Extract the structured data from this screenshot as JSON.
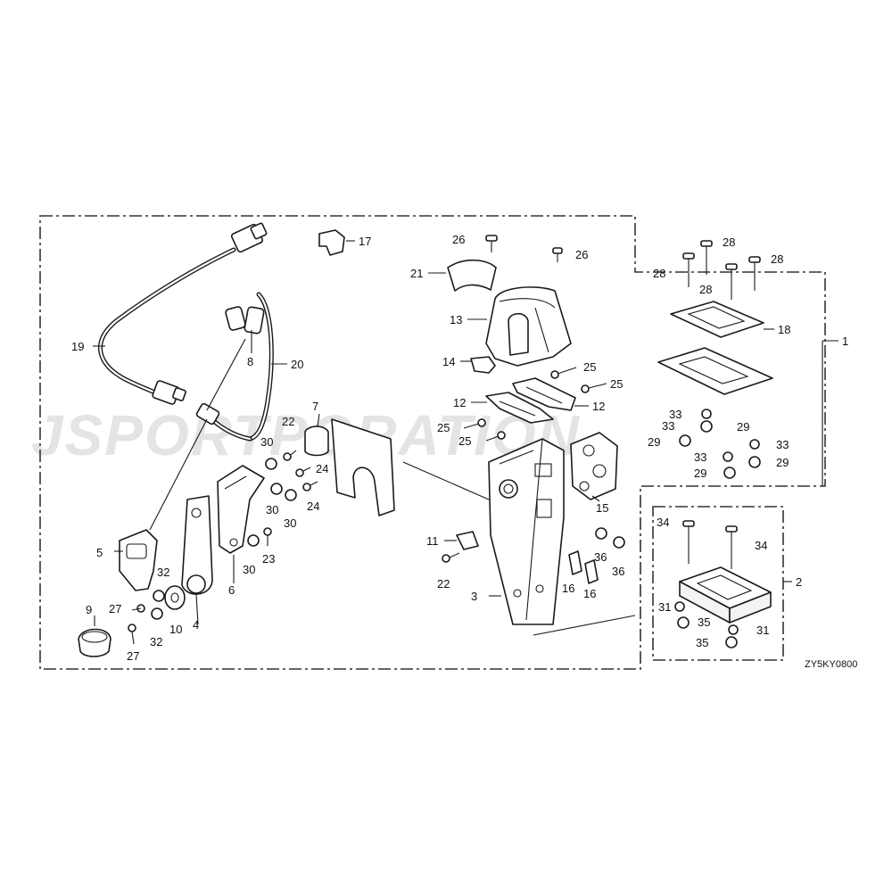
{
  "watermark": {
    "text": "JSPORTPORATION",
    "color": "#e4e4e4"
  },
  "diagram_code": "ZY5KY0800",
  "callouts": {
    "c1": "1",
    "c2": "2",
    "c3": "3",
    "c4": "4",
    "c5": "5",
    "c6": "6",
    "c7": "7",
    "c8": "8",
    "c9": "9",
    "c10": "10",
    "c11": "11",
    "c12a": "12",
    "c12b": "12",
    "c13": "13",
    "c14": "14",
    "c15": "15",
    "c16a": "16",
    "c16b": "16",
    "c17": "17",
    "c18": "18",
    "c19": "19",
    "c20": "20",
    "c21": "21",
    "c22a": "22",
    "c22b": "22",
    "c23": "23",
    "c24a": "24",
    "c24b": "24",
    "c25a": "25",
    "c25b": "25",
    "c25c": "25",
    "c25d": "25",
    "c26a": "26",
    "c26b": "26",
    "c27a": "27",
    "c27b": "27",
    "c28a": "28",
    "c28b": "28",
    "c28c": "28",
    "c28d": "28",
    "c29a": "29",
    "c29b": "29",
    "c29c": "29",
    "c29d": "29",
    "c30a": "30",
    "c30b": "30",
    "c30c": "30",
    "c30d": "30",
    "c31a": "31",
    "c31b": "31",
    "c32a": "32",
    "c32b": "32",
    "c33a": "33",
    "c33b": "33",
    "c33c": "33",
    "c33d": "33",
    "c34a": "34",
    "c34b": "34",
    "c35a": "35",
    "c35b": "35",
    "c36a": "36",
    "c36b": "36"
  }
}
